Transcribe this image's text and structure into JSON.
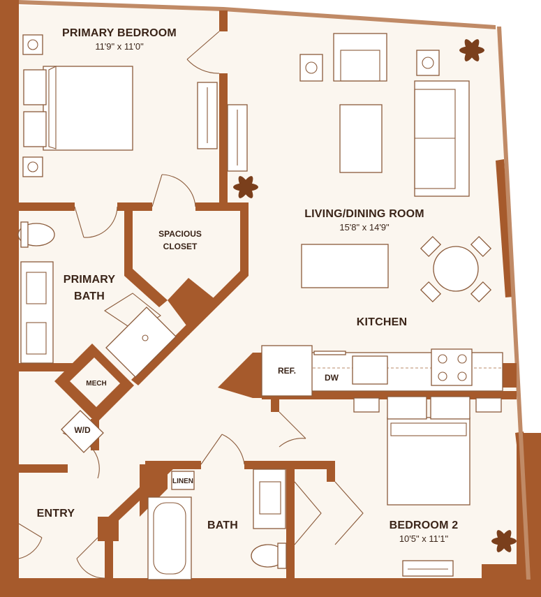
{
  "plan": {
    "colors": {
      "wall": "#a65a2c",
      "floor": "#fbf6ef",
      "line": "#8a5a3a",
      "text": "#3a2418",
      "plant": "#7a3f1c"
    },
    "rooms": {
      "primary_bedroom": {
        "name": "PRIMARY BEDROOM",
        "dims": "11'9\" x 11'0\""
      },
      "living_dining": {
        "name": "LIVING/DINING ROOM",
        "dims": "15'8\" x 14'9\""
      },
      "closet_line1": "SPACIOUS",
      "closet_line2": "CLOSET",
      "primary_bath_line1": "PRIMARY",
      "primary_bath_line2": "BATH",
      "kitchen": "KITCHEN",
      "mech": "MECH",
      "wd": "W/D",
      "ref": "REF.",
      "dw": "DW",
      "linen": "LINEN",
      "entry": "ENTRY",
      "bath": "BATH",
      "bedroom2": {
        "name": "BEDROOM 2",
        "dims": "10'5\" x 11'1\""
      }
    }
  }
}
